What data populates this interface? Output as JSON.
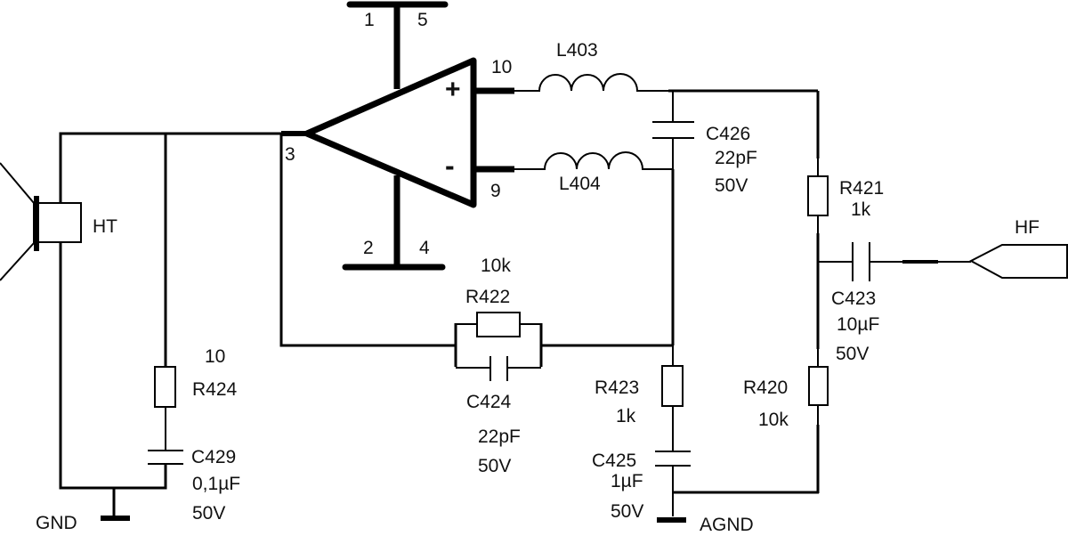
{
  "diagram": {
    "type": "circuit-schematic",
    "amplifier": {
      "pins": {
        "p1": "1",
        "p5": "5",
        "p2": "2",
        "p4": "4",
        "p3": "3",
        "p10": "10",
        "p9": "9"
      },
      "plus_sign": "+",
      "minus_sign": "-"
    },
    "speaker": {
      "label": "HT"
    },
    "connector": {
      "label": "HF"
    },
    "grounds": {
      "gnd": "GND",
      "agnd": "AGND"
    },
    "components": {
      "L403": {
        "name": "L403"
      },
      "L404": {
        "name": "L404"
      },
      "C426": {
        "name": "C426",
        "value": "22pF",
        "voltage": "50V"
      },
      "R421": {
        "name": "R421",
        "value": "1k"
      },
      "C423": {
        "name": "C423",
        "value": "10µF",
        "voltage": "50V"
      },
      "R420": {
        "name": "R420",
        "value": "10k"
      },
      "R422": {
        "name": "R422",
        "value": "10k"
      },
      "C424": {
        "name": "C424",
        "value": "22pF",
        "voltage": "50V"
      },
      "R423": {
        "name": "R423",
        "value": "1k"
      },
      "C425": {
        "name": "C425",
        "value": "1µF",
        "voltage": "50V"
      },
      "R424": {
        "name": "R424",
        "value": "10"
      },
      "C429": {
        "name": "C429",
        "value": "0,1µF",
        "voltage": "50V"
      }
    }
  }
}
